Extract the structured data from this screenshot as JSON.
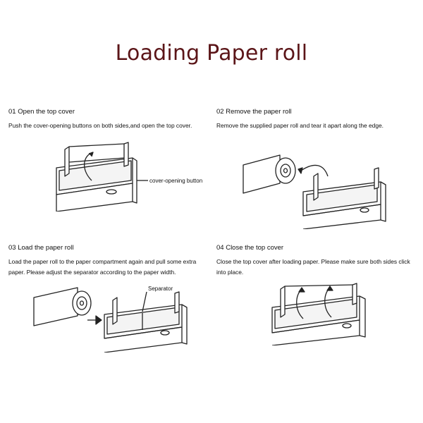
{
  "title": "Loading Paper roll",
  "steps": [
    {
      "label": "01  Open the top cover",
      "description": "Push the cover-opening buttons on both sides,and open the top cover.",
      "callout": "cover-opening button",
      "icon": "printer-cover-open-icon"
    },
    {
      "label": "02  Remove the paper roll",
      "description": "Remove the supplied paper roll and tear it apart along the edge.",
      "icon": "paper-roll-removal-icon"
    },
    {
      "label": "03  Load the paper roll",
      "description": "Load the paper roll to the paper compartment again and pull some extra paper. Please adjust the separator according to the paper width.",
      "callout": "Separator",
      "icon": "paper-roll-loading-icon"
    },
    {
      "label": "04  Close the top cover",
      "description": "Close the top cover after loading paper. Please make sure both sides click into place.",
      "icon": "printer-cover-close-icon"
    }
  ]
}
